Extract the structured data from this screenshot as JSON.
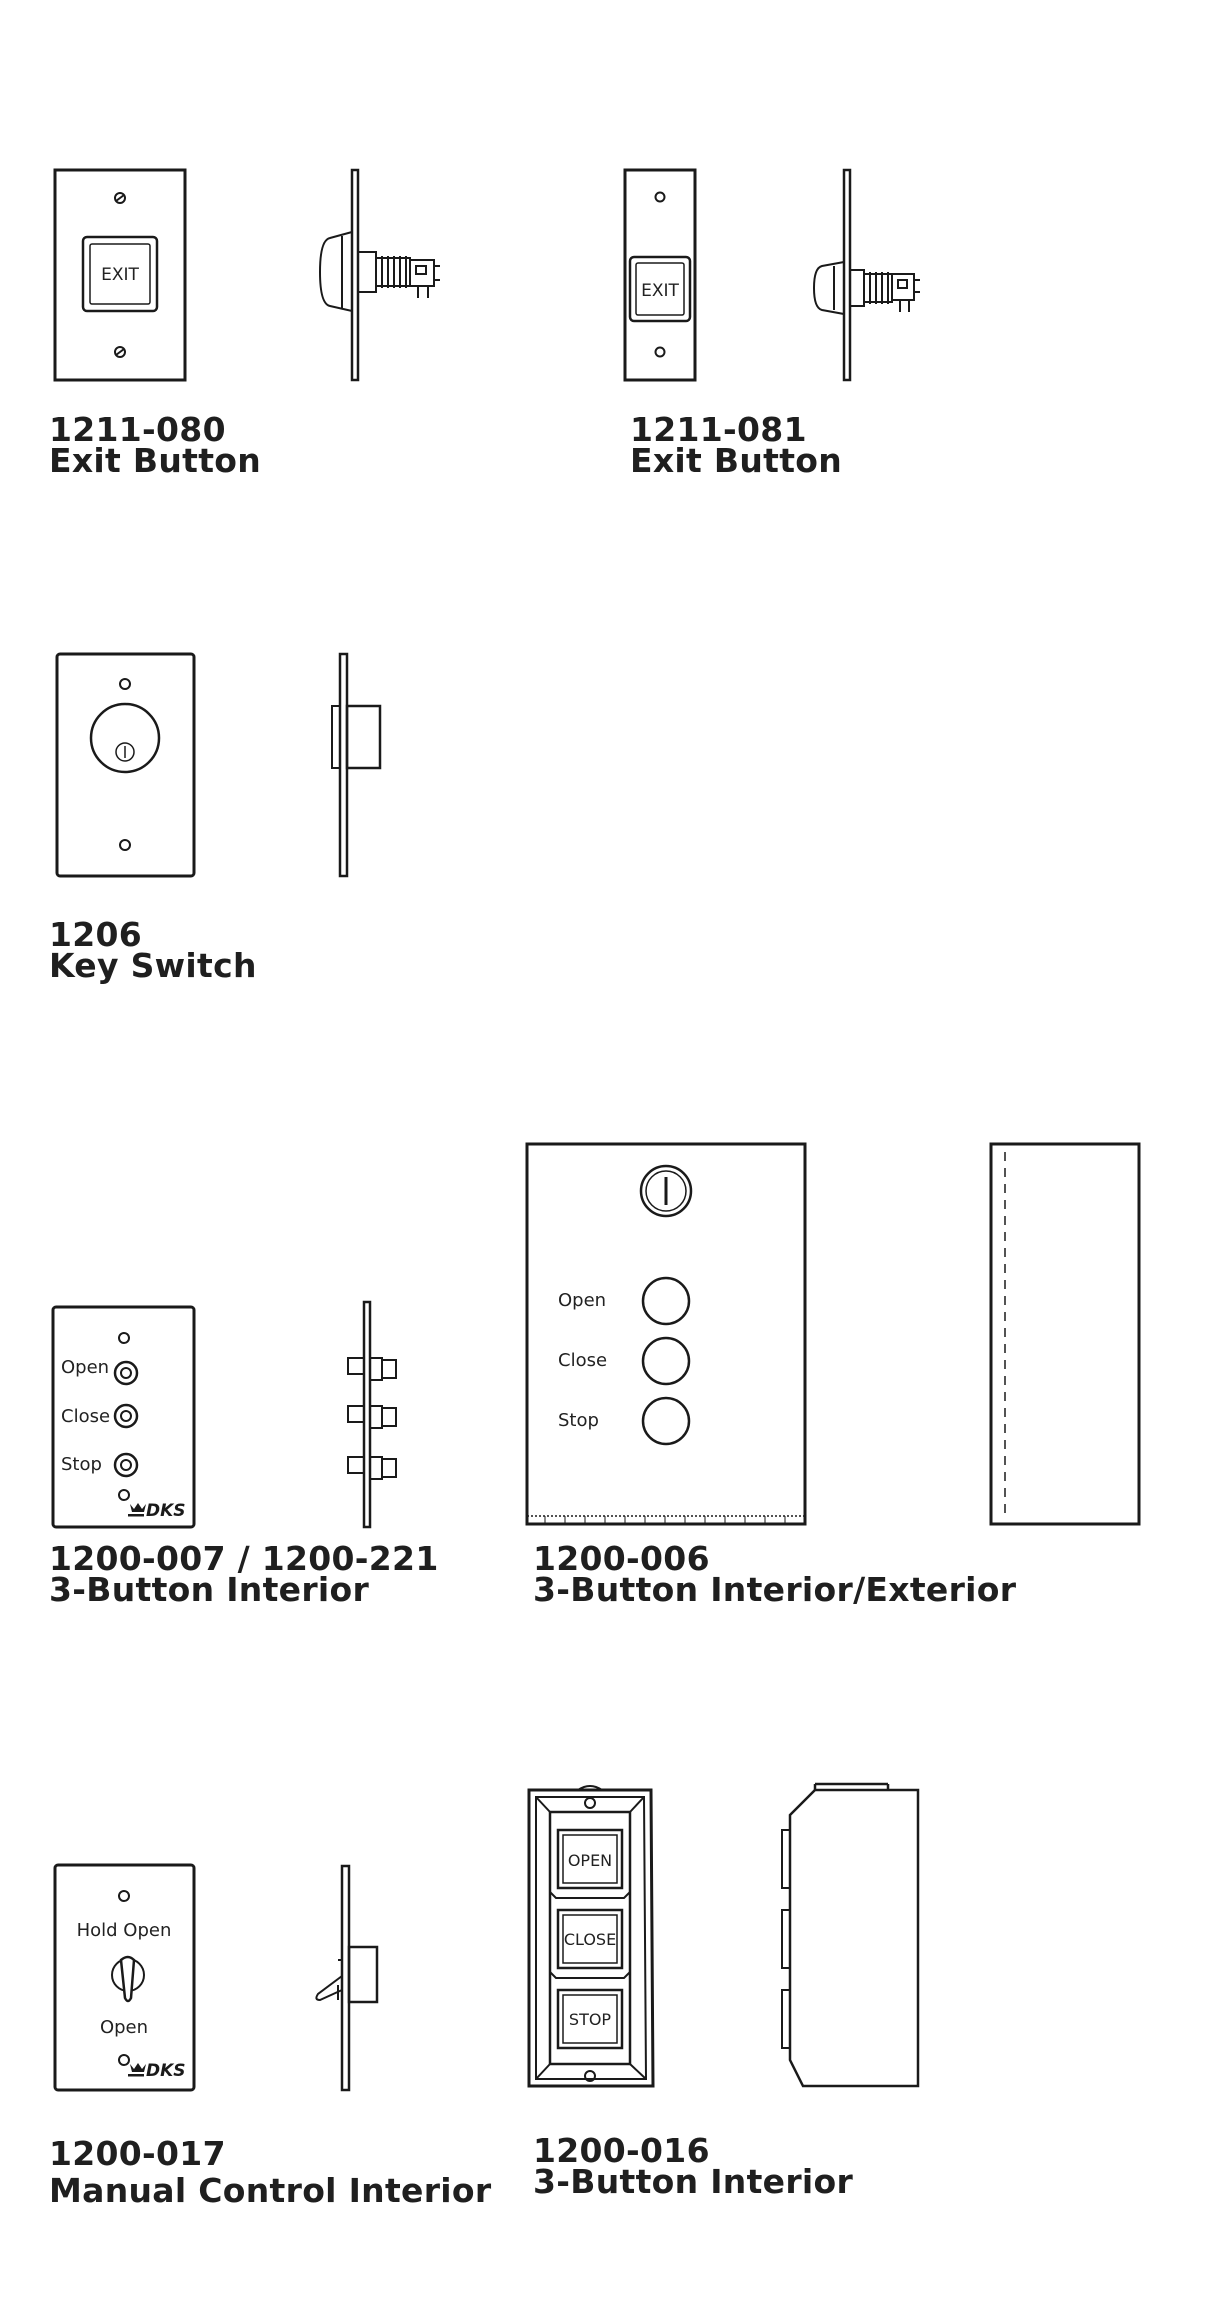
{
  "products": [
    {
      "part_number": "1211-080",
      "name": "Exit Button",
      "button_text": "EXIT"
    },
    {
      "part_number": "1211-081",
      "name": "Exit Button",
      "button_text": "EXIT"
    },
    {
      "part_number": "1206",
      "name": "Key Switch"
    },
    {
      "part_number": "1200-007 / 1200-221",
      "name": "3-Button Interior",
      "buttons": [
        "Open",
        "Close",
        "Stop"
      ],
      "brand": "DKS"
    },
    {
      "part_number": "1200-006",
      "name": "3-Button Interior/Exterior",
      "buttons": [
        "Open",
        "Close",
        "Stop"
      ]
    },
    {
      "part_number": "1200-017",
      "name": "Manual Control Interior",
      "labels": [
        "Hold Open",
        "Open"
      ],
      "brand": "DKS"
    },
    {
      "part_number": "1200-016",
      "name": "3-Button Interior",
      "buttons": [
        "OPEN",
        "CLOSE",
        "STOP"
      ]
    }
  ]
}
